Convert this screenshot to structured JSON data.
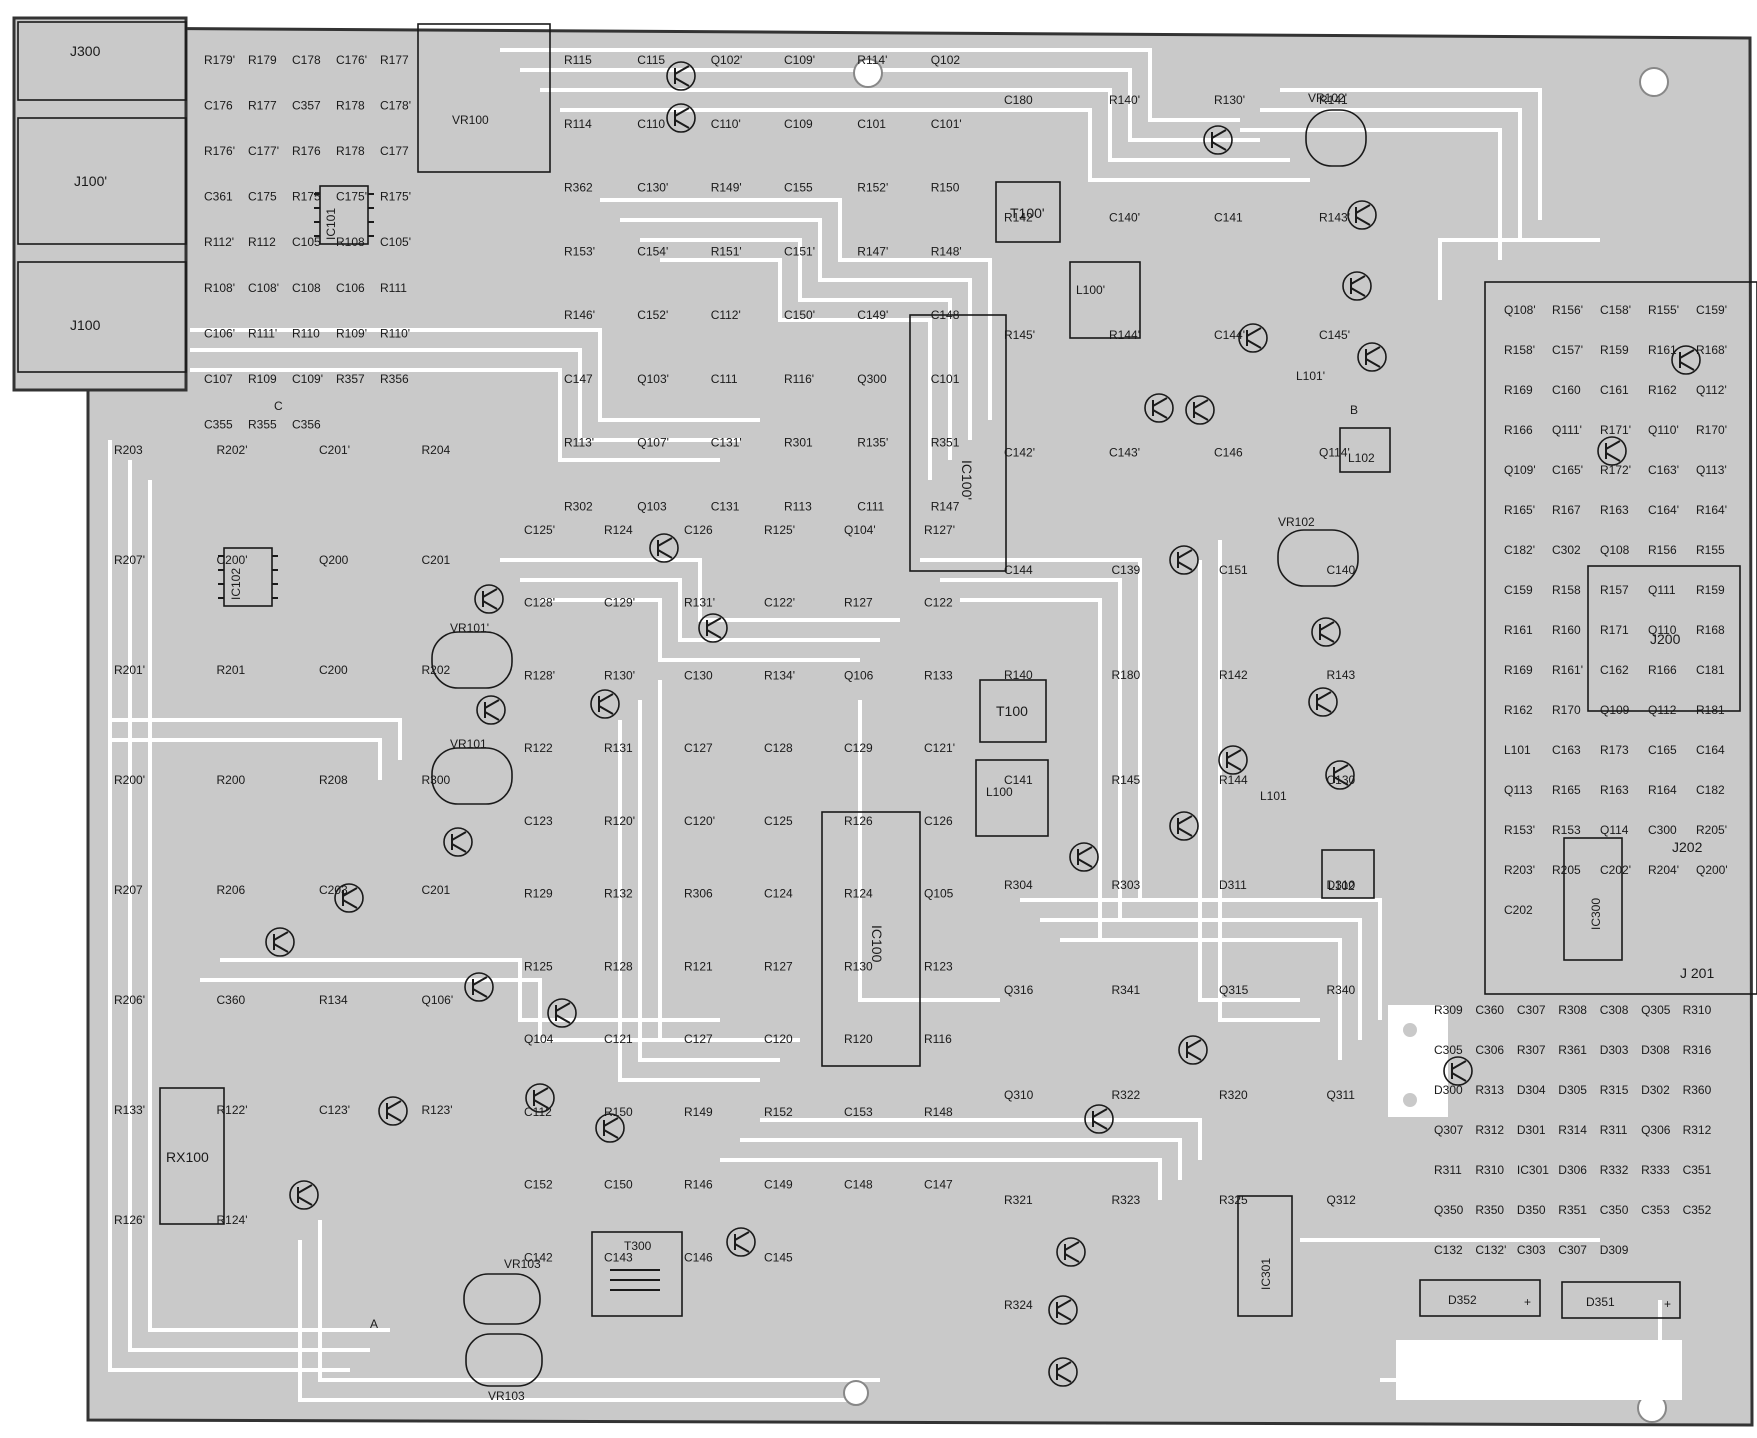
{
  "board": {
    "connectors": {
      "J300": "J300",
      "J100p": "J100'",
      "J100": "J100",
      "J200": "J200",
      "J202": "J202",
      "J201": "J 201",
      "RX100": "RX100"
    },
    "ics": {
      "IC100": "IC100",
      "IC100p": "IC100'",
      "IC101": "IC101",
      "IC102": "IC102",
      "IC300": "IC300",
      "IC301": "IC301"
    },
    "inductors": {
      "T100p": "T100'",
      "T100": "T100",
      "L100p": "L100'",
      "L100": "L100",
      "L102a": "L102",
      "L102b": "L102",
      "L101p": "L101'",
      "L101": "L101",
      "T300": "T300"
    },
    "trimmers": {
      "VR100": "VR100",
      "VR101p": "VR101'",
      "VR101": "VR101",
      "VR102p": "VR102'",
      "VR102": "VR102",
      "VR103a": "VR103",
      "VR103b": "VR103"
    },
    "displays": {
      "D352": "D352",
      "D351": "D351",
      "plus1": "+",
      "plus2": "+"
    },
    "test_points": {
      "A": "A",
      "B": "B",
      "C": "C"
    },
    "labels": [
      "R179'",
      "R179",
      "C178",
      "C176'",
      "R177",
      "C176",
      "R177",
      "C357",
      "R178",
      "C178'",
      "R176'",
      "C177'",
      "R176",
      "R178",
      "C177",
      "C361",
      "C175",
      "R175",
      "C175'",
      "R175'",
      "R112'",
      "R112",
      "C105",
      "R108",
      "C105'",
      "R108'",
      "C108'",
      "C108",
      "C106",
      "R111",
      "C106'",
      "R111'",
      "R110",
      "R109'",
      "R110'",
      "C107",
      "R109",
      "C109'",
      "R357",
      "R356",
      "C355",
      "R355",
      "C356",
      "R115",
      "C115",
      "Q102'",
      "C109'",
      "R114'",
      "Q102",
      "R114",
      "C110",
      "C110'",
      "C109",
      "C101",
      "C101'",
      "R362",
      "C130'",
      "R149'",
      "C155",
      "R152'",
      "R150",
      "R153'",
      "C154'",
      "R151'",
      "C151'",
      "R147'",
      "R148'",
      "R146'",
      "C152'",
      "C112'",
      "C150'",
      "C149'",
      "C148",
      "C147",
      "Q103'",
      "C111",
      "R116'",
      "Q300",
      "C101",
      "R113'",
      "Q107'",
      "C131'",
      "R301",
      "R135'",
      "R351",
      "R302",
      "Q103",
      "C131",
      "R113",
      "C111",
      "R147",
      "C180",
      "R140'",
      "R130'",
      "R141",
      "R142",
      "C140'",
      "C141",
      "R143'",
      "R145'",
      "R144'",
      "C144'",
      "C145'",
      "C142'",
      "C143'",
      "C146",
      "Q114'",
      "Q108'",
      "R156'",
      "C158'",
      "R155'",
      "C159'",
      "R158'",
      "C157'",
      "R159",
      "R161",
      "R168'",
      "R169",
      "C160",
      "C161",
      "R162",
      "Q112'",
      "R166",
      "Q111'",
      "R171'",
      "Q110'",
      "R170'",
      "Q109'",
      "C165'",
      "R172'",
      "C163'",
      "Q113'",
      "R165'",
      "R167",
      "R163",
      "C164'",
      "R164'",
      "C182'",
      "C302",
      "Q108",
      "R156",
      "R155",
      "C159",
      "R158",
      "R157",
      "Q111",
      "R159",
      "R161",
      "R160",
      "R171",
      "Q110",
      "R168",
      "R169",
      "R161'",
      "C162",
      "R166",
      "C181",
      "R162",
      "R170",
      "Q109",
      "Q112",
      "R181",
      "L101",
      "C163",
      "R173",
      "C165",
      "C164",
      "Q113",
      "R165",
      "R163",
      "R164",
      "C182",
      "R153'",
      "R153",
      "Q114",
      "C300",
      "R205'",
      "R203'",
      "R205",
      "C202'",
      "R204'",
      "Q200'",
      "C202",
      "R203",
      "R202'",
      "C201'",
      "R204",
      "R207'",
      "C200'",
      "Q200",
      "C201",
      "R201'",
      "R201",
      "C200",
      "R202",
      "R200'",
      "R200",
      "R208",
      "R300",
      "R207",
      "R206",
      "C203",
      "C201",
      "R206'",
      "C360",
      "R134",
      "Q106'",
      "R133'",
      "R122'",
      "C123'",
      "R123'",
      "R126'",
      "R124'",
      "C125'",
      "R124",
      "C126",
      "R125'",
      "Q104'",
      "R127'",
      "C128'",
      "C129'",
      "R131'",
      "C122'",
      "R127",
      "C122",
      "R128'",
      "R130'",
      "C130",
      "R134'",
      "Q106",
      "R133",
      "R122",
      "R131",
      "C127",
      "C128",
      "C129",
      "C121'",
      "C123",
      "R120'",
      "C120'",
      "C125",
      "R126",
      "C126",
      "R129",
      "R132",
      "R306",
      "C124",
      "R124",
      "Q105",
      "R125",
      "R128",
      "R121",
      "R127",
      "R130",
      "R123",
      "Q104",
      "C121",
      "C127",
      "C120",
      "R120",
      "R116",
      "C112",
      "R150",
      "R149",
      "R152",
      "C153",
      "R148",
      "C152",
      "C150",
      "R146",
      "C149",
      "C148",
      "C147",
      "C142",
      "C143",
      "C146",
      "C145",
      "C144",
      "C139",
      "C151",
      "C140",
      "R140",
      "R180",
      "R142",
      "R143",
      "C141",
      "R145",
      "R144",
      "C130",
      "R304",
      "R303",
      "D311",
      "D310",
      "Q316",
      "R341",
      "Q315",
      "R340",
      "Q310",
      "R322",
      "R320",
      "Q311",
      "R321",
      "R323",
      "R325",
      "Q312",
      "R324",
      "R309",
      "C360",
      "C307",
      "R308",
      "C308",
      "Q305",
      "R310",
      "C305",
      "C306",
      "R307",
      "R361",
      "D303",
      "D308",
      "R316",
      "D300",
      "R313",
      "D304",
      "D305",
      "R315",
      "D302",
      "R360",
      "Q307",
      "R312",
      "D301",
      "R314",
      "R311",
      "Q306",
      "R312",
      "R311",
      "R310",
      "IC301",
      "D306",
      "R332",
      "R333",
      "C351",
      "Q350",
      "R350",
      "D350",
      "R351",
      "C350",
      "C353",
      "C352",
      "C132",
      "C132'",
      "C303",
      "C307",
      "D309"
    ]
  }
}
